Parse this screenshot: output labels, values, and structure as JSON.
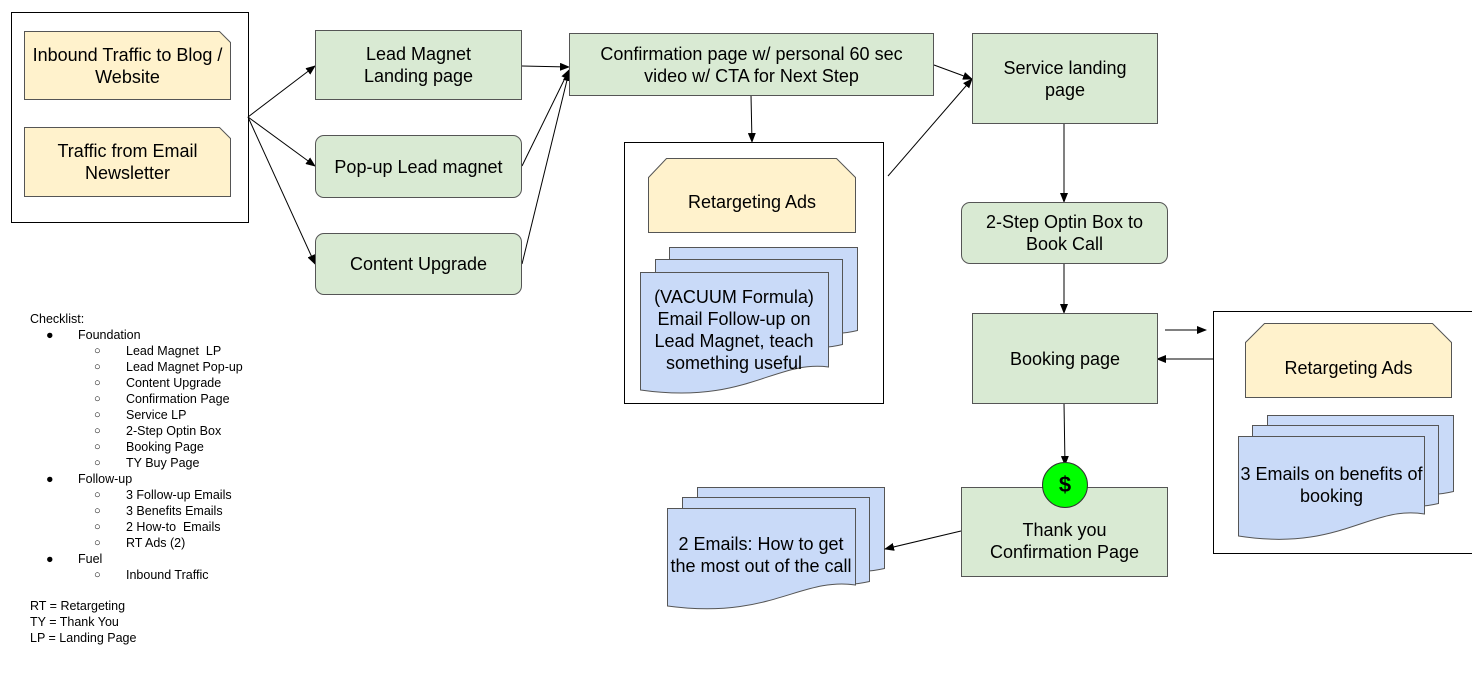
{
  "nodes": {
    "inbound_traffic": "Inbound Traffic to Blog / Website",
    "email_traffic": "Traffic from Email Newsletter",
    "lead_magnet_lp": "Lead Magnet Landing page",
    "popup_lead_magnet": "Pop-up Lead magnet",
    "content_upgrade": "Content Upgrade",
    "confirmation_page": "Confirmation page w/ personal 60 sec video w/ CTA for Next Step",
    "retargeting_ads_1": "Retargeting Ads",
    "email_followup": "(VACUUM Formula) Email Follow-up on Lead Magnet, teach something useful",
    "service_lp": "Service landing page",
    "optin_box": "2-Step Optin Box to Book Call",
    "booking_page": "Booking page",
    "retargeting_ads_2": "Retargeting Ads",
    "benefit_emails": "3 Emails on benefits of booking",
    "thank_you": "Thank you Confirmation Page",
    "howto_emails": "2 Emails: How to get the most out of the call",
    "dollar_icon_label": "$"
  },
  "checklist": {
    "title": "Checklist:",
    "bullet": "●",
    "sub_bullet": "○",
    "sections": [
      {
        "label": "Foundation",
        "items": [
          "Lead Magnet  LP",
          "Lead Magnet Pop-up",
          "Content Upgrade",
          "Confirmation Page",
          "Service LP",
          "2-Step Optin Box",
          "Booking Page",
          "TY Buy Page"
        ]
      },
      {
        "label": "Follow-up",
        "items": [
          "3 Follow-up Emails",
          "3 Benefits Emails",
          "2 How-to  Emails",
          "RT Ads (2)"
        ]
      },
      {
        "label": "Fuel",
        "items": [
          "Inbound Traffic"
        ]
      }
    ]
  },
  "legend": [
    "RT = Retargeting",
    "TY = Thank You",
    "LP = Landing Page"
  ],
  "colors": {
    "green_fill": "#d9ead3",
    "orange_fill": "#fff2cc",
    "blue_fill": "#c9daf8",
    "dollar_fill": "#00ff00"
  }
}
